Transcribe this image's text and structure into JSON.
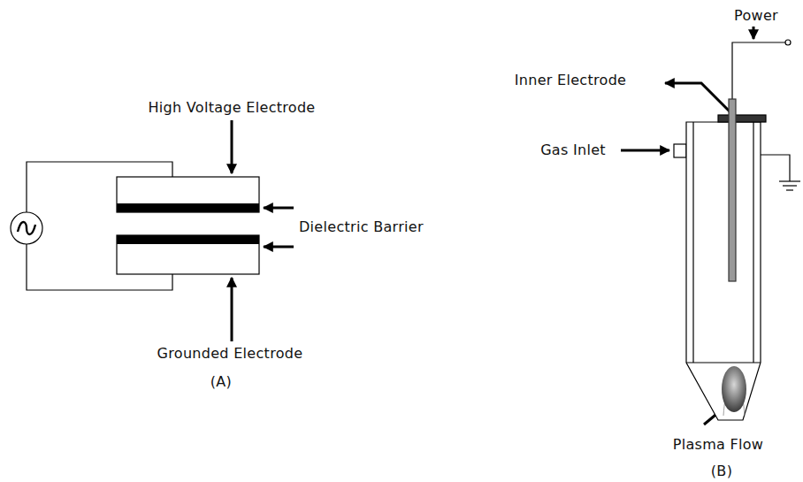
{
  "diagram": {
    "labels": [
      "High Voltage Electrode",
      "Dielectric Barrier",
      "Grounded Electrode",
      "(A)",
      "Power",
      "Inner Electrode",
      "Gas Inlet",
      "Plasma Flow",
      "(B)"
    ]
  }
}
